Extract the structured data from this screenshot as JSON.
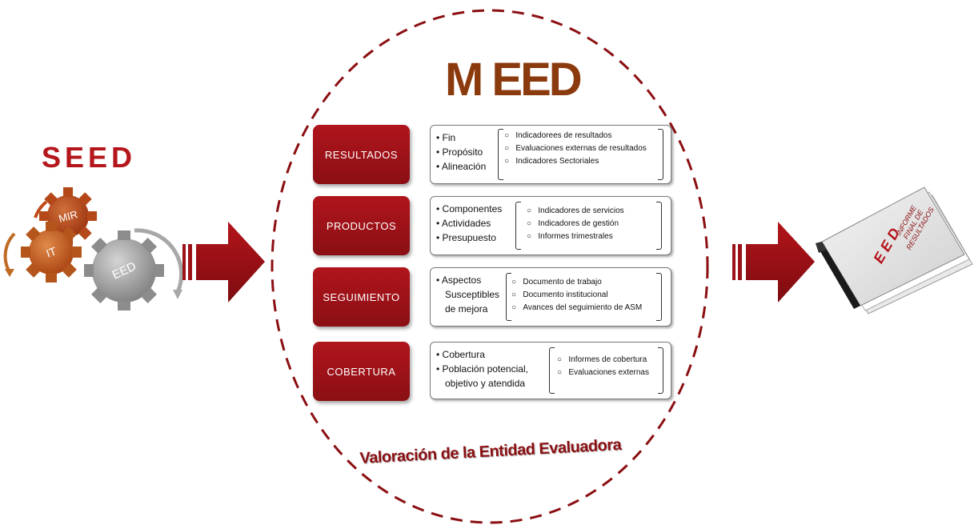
{
  "seed_title": "SEED",
  "gears": {
    "gear1": "MIR",
    "gear2": "IT",
    "gear3": "EED"
  },
  "meed_title": "M EED",
  "rows": [
    {
      "category": "RESULTADOS",
      "bullets": [
        "• Fin",
        "• Propósito",
        "• Alineación"
      ],
      "items": [
        "Indicadorees de resultados",
        "Evaluaciones externas de resultados",
        "Indicadores Sectoriales"
      ]
    },
    {
      "category": "PRODUCTOS",
      "bullets": [
        "• Componentes",
        "• Actividades",
        "• Presupuesto"
      ],
      "items": [
        "Indicadores de servicios",
        "Indicadores de gestión",
        "Informes trimestrales"
      ]
    },
    {
      "category": "SEGUIMIENTO",
      "bullets": [
        "• Aspectos",
        "Susceptibles",
        "de mejora"
      ],
      "items": [
        "Documento de trabajo",
        "Documento institucional",
        "Avances del seguimiento de ASM"
      ]
    },
    {
      "category": "COBERTURA",
      "bullets": [
        "• Cobertura",
        "• Población potencial,",
        "objetivo y atendida"
      ],
      "items": [
        "Informes de cobertura",
        "Evaluaciones externas"
      ]
    }
  ],
  "bottom_label": "Valoración de la Entidad Evaluadora",
  "book": {
    "line1": "INFORME",
    "line2": "FINAL DE",
    "line3": "RESULTADOS",
    "code": "E E D"
  },
  "colors": {
    "dark_red": "#9b1218",
    "brown": "#8b3a0d",
    "gear_orange": "#c35a1e",
    "gear_grey": "#9a9a9a"
  }
}
